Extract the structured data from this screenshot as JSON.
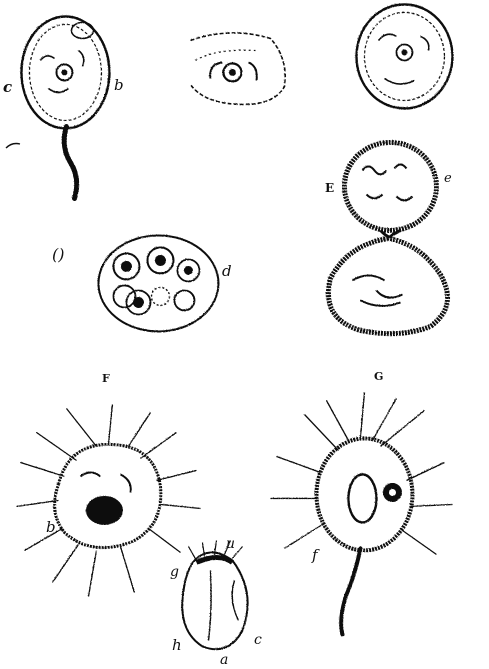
{
  "figures": [
    {
      "id": "A",
      "labels": [
        "c",
        "b"
      ]
    },
    {
      "id": "B",
      "labels": []
    },
    {
      "id": "C",
      "labels": []
    },
    {
      "id": "D",
      "labels": [
        "d"
      ]
    },
    {
      "id": "E",
      "labels": [
        "E",
        "e"
      ]
    },
    {
      "id": "F",
      "caption": "F",
      "labels": [
        "b"
      ]
    },
    {
      "id": "G",
      "caption": "G",
      "labels": [
        "f"
      ]
    },
    {
      "id": "H",
      "labels": [
        "g",
        "u",
        "h",
        "c",
        "a"
      ]
    }
  ],
  "colors": {
    "ink": "#111111",
    "paper": "#ffffff"
  }
}
